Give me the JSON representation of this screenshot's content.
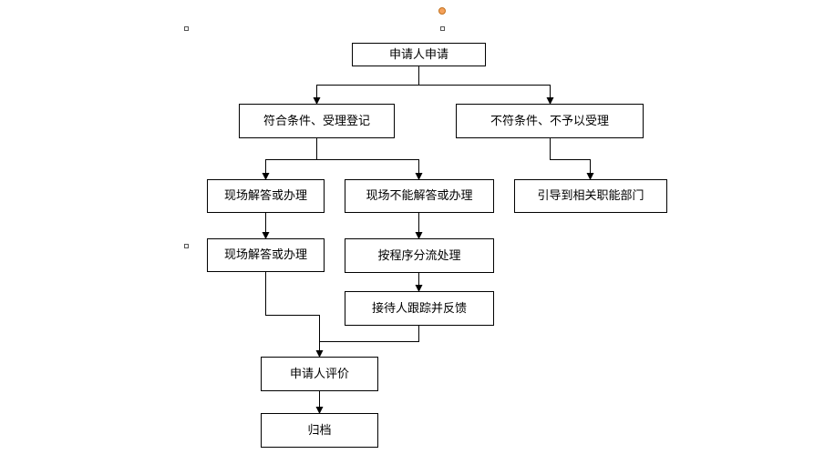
{
  "nodes": {
    "apply": "申请人申请",
    "accept": "符合条件、受理登记",
    "reject": "不符条件、不予以受理",
    "onsite_1": "现场解答或办理",
    "not_onsite": "现场不能解答或办理",
    "guide": "引导到相关职能部门",
    "onsite_2": "现场解答或办理",
    "procedure": "按程序分流处理",
    "track": "接待人跟踪并反馈",
    "evaluate": "申请人评价",
    "archive": "归档"
  },
  "colors": {
    "line": "#000000",
    "box_border": "#000000",
    "rotation_handle": "#f5a15a"
  }
}
